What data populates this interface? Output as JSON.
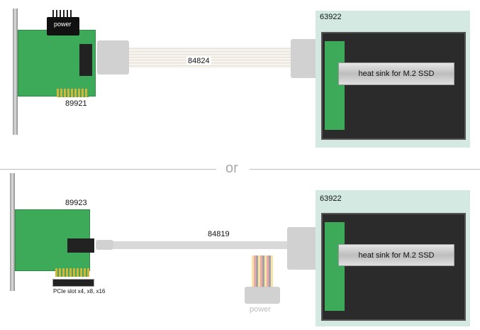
{
  "top": {
    "card_label": "89921",
    "power_label": "power",
    "cable_label": "84824",
    "enclosure_label": "63922",
    "heatsink_label": "heat sink for M.2 SSD"
  },
  "separator": "or",
  "bottom": {
    "card_label": "89923",
    "slot_label": "PCIe slot x4, x8, x16",
    "cable_label": "84819",
    "power_label": "power",
    "enclosure_label": "63922",
    "heatsink_label": "heat sink for M.2 SSD"
  }
}
